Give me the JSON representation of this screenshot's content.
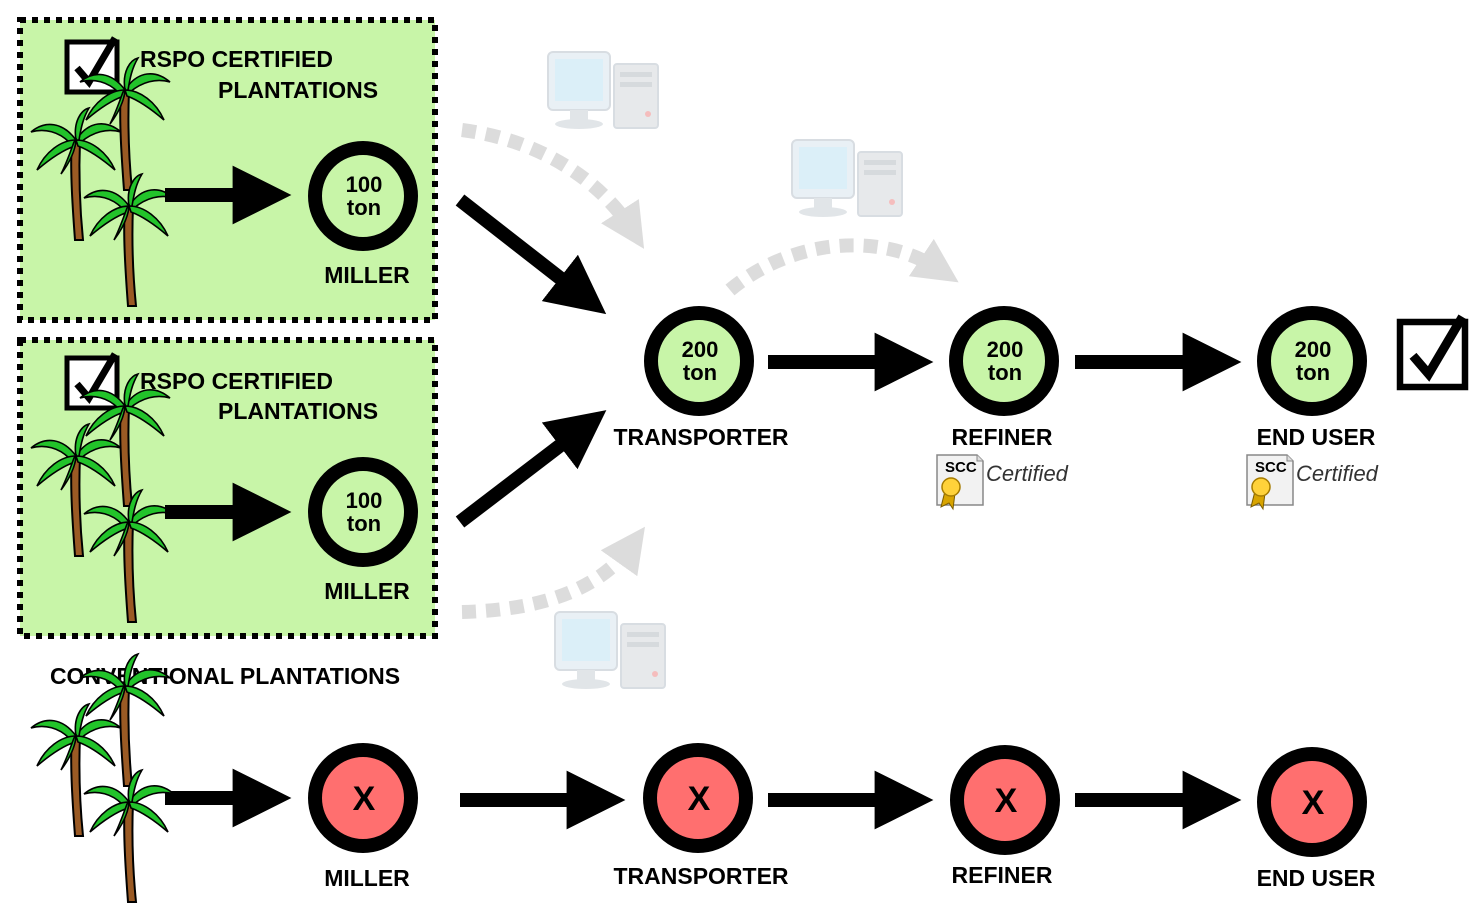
{
  "certified_groups": [
    {
      "title_line1": "RSPO CERTIFIED",
      "title_line2": "PLANTATIONS",
      "miller_amount": "100",
      "miller_unit": "ton",
      "miller_label": "MILLER"
    },
    {
      "title_line1": "RSPO CERTIFIED",
      "title_line2": "PLANTATIONS",
      "miller_amount": "100",
      "miller_unit": "ton",
      "miller_label": "MILLER"
    }
  ],
  "certified_chain": [
    {
      "label": "TRANSPORTER",
      "amount": "200",
      "unit": "ton"
    },
    {
      "label": "REFINER",
      "amount": "200",
      "unit": "ton",
      "badge": "SCC",
      "badge_text": "Certified"
    },
    {
      "label": "END USER",
      "amount": "200",
      "unit": "ton",
      "badge": "SCC",
      "badge_text": "Certified"
    }
  ],
  "conventional": {
    "title": "CONVENTIONAL PLANTATIONS",
    "mark": "X",
    "nodes": [
      {
        "label": "MILLER"
      },
      {
        "label": "TRANSPORTER"
      },
      {
        "label": "REFINER"
      },
      {
        "label": "END USER"
      }
    ]
  },
  "colors": {
    "certified_fill": "#c8f5a8",
    "node_inner_green": "#c8f5a8",
    "node_inner_red": "#ff6f6f",
    "node_ring": "#000000",
    "ghost": "#dcdcdc"
  },
  "icons": {
    "checkbox": "checkbox-checked-icon",
    "palm": "palm-tree-icon",
    "computer": "computer-icon",
    "certificate": "certificate-ribbon-icon"
  }
}
